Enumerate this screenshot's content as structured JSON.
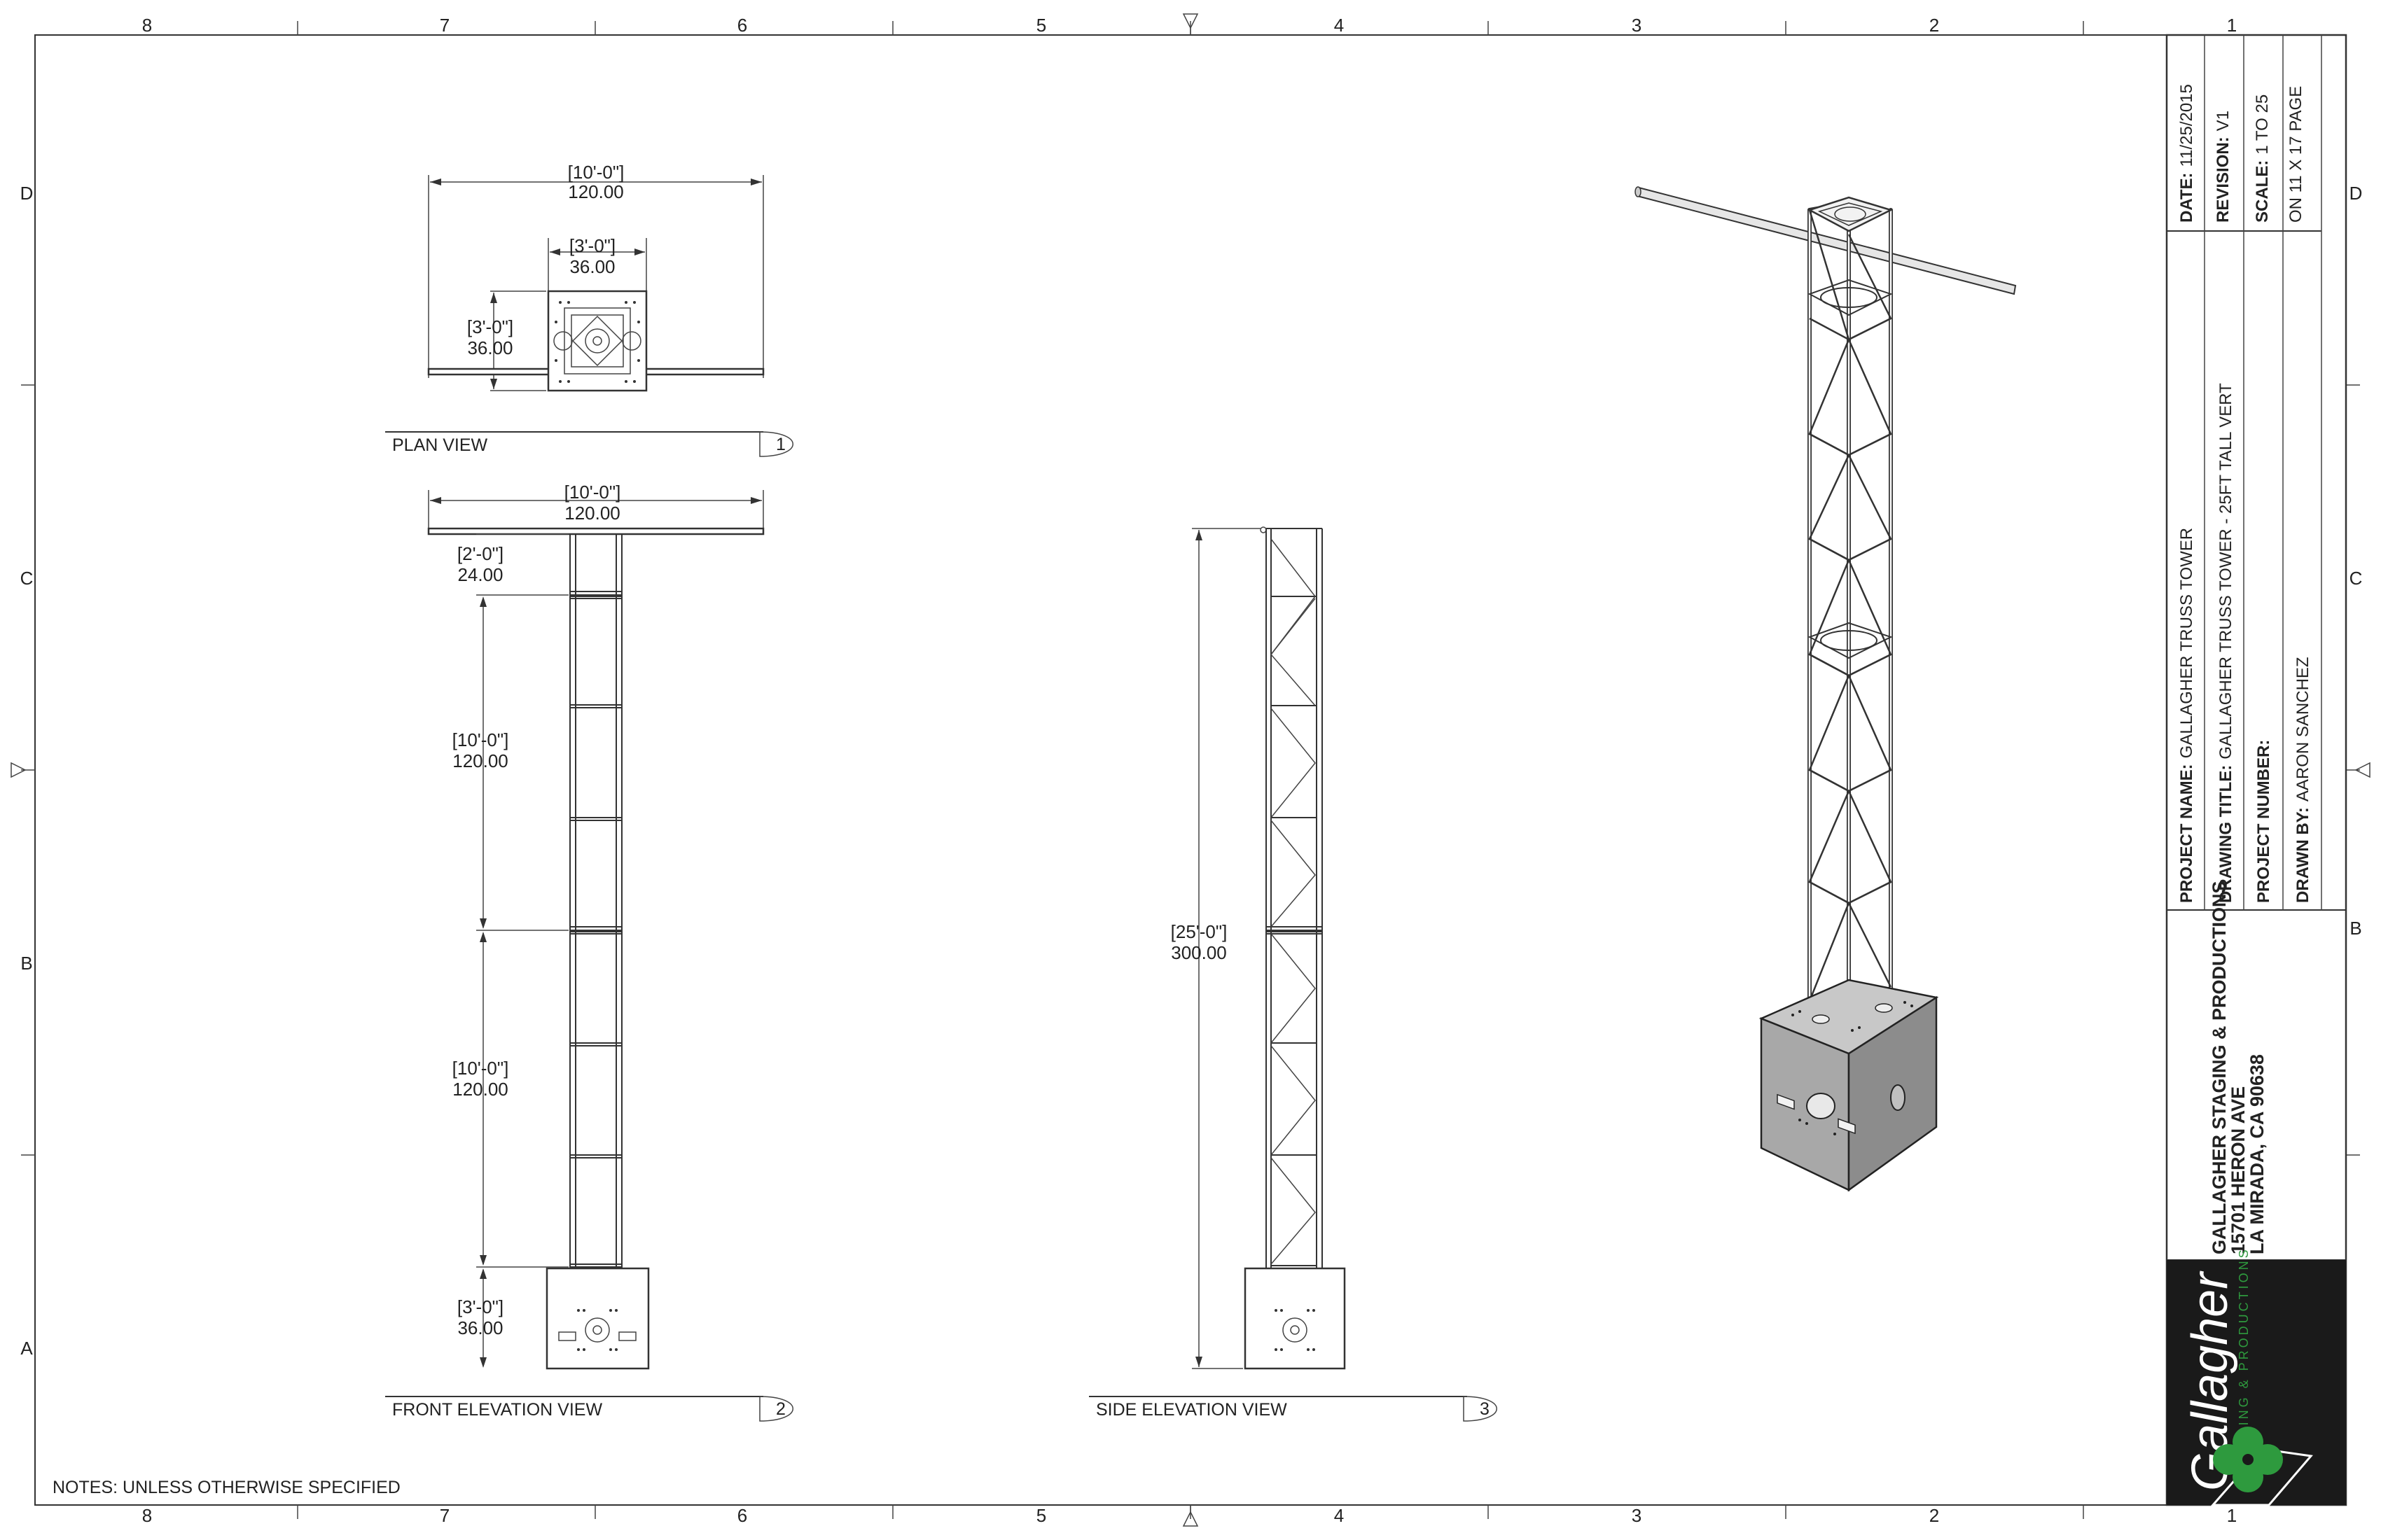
{
  "zones": {
    "columns": [
      "8",
      "7",
      "6",
      "5",
      "4",
      "3",
      "2",
      "1"
    ],
    "rows": [
      "D",
      "C",
      "B",
      "A"
    ]
  },
  "plan_view": {
    "label": "PLAN VIEW",
    "number": "1",
    "dims": [
      {
        "ft": "[10'-0\"]",
        "in": "120.00"
      },
      {
        "ft": "[3'-0\"]",
        "in": "36.00"
      },
      {
        "ft": "[3'-0\"]",
        "in": "36.00"
      }
    ]
  },
  "front_view": {
    "label": "FRONT ELEVATION VIEW",
    "number": "2",
    "dims": [
      {
        "ft": "[10'-0\"]",
        "in": "120.00"
      },
      {
        "ft": "[2'-0\"]",
        "in": "24.00"
      },
      {
        "ft": "[10'-0\"]",
        "in": "120.00"
      },
      {
        "ft": "[10'-0\"]",
        "in": "120.00"
      },
      {
        "ft": "[3'-0\"]",
        "in": "36.00"
      }
    ]
  },
  "side_view": {
    "label": "SIDE ELEVATION VIEW",
    "number": "3",
    "dims": [
      {
        "ft": "[25'-0\"]",
        "in": "300.00"
      }
    ]
  },
  "notes": "NOTES: UNLESS OTHERWISE SPECIFIED",
  "title_block": {
    "date_label": "DATE:",
    "date": "11/25/2015",
    "revision_label": "REVISION:",
    "revision": "V1",
    "scale_label": "SCALE:",
    "scale": "1 TO 25",
    "page": "ON 11 X 17 PAGE",
    "project_name_label": "PROJECT NAME:",
    "project_name": "GALLAGHER TRUSS TOWER",
    "drawing_title_label": "DRAWING TITLE:",
    "drawing_title": "GALLAGHER TRUSS TOWER - 25FT TALL VERT",
    "project_number_label": "PROJECT NUMBER:",
    "project_number": "",
    "drawn_by_label": "DRAWN BY:",
    "drawn_by": "AARON SANCHEZ",
    "company_line1": "GALLAGHER STAGING & PRODUCTIONS",
    "company_line2": "15701 HERON AVE",
    "company_line3": "LA MIRADA, CA 90638"
  },
  "logo": {
    "word": "Gallagher",
    "tagline": "STAGING & PRODUCTIONS",
    "background": "#1a1a1a",
    "accent": "#2e9a3e"
  }
}
